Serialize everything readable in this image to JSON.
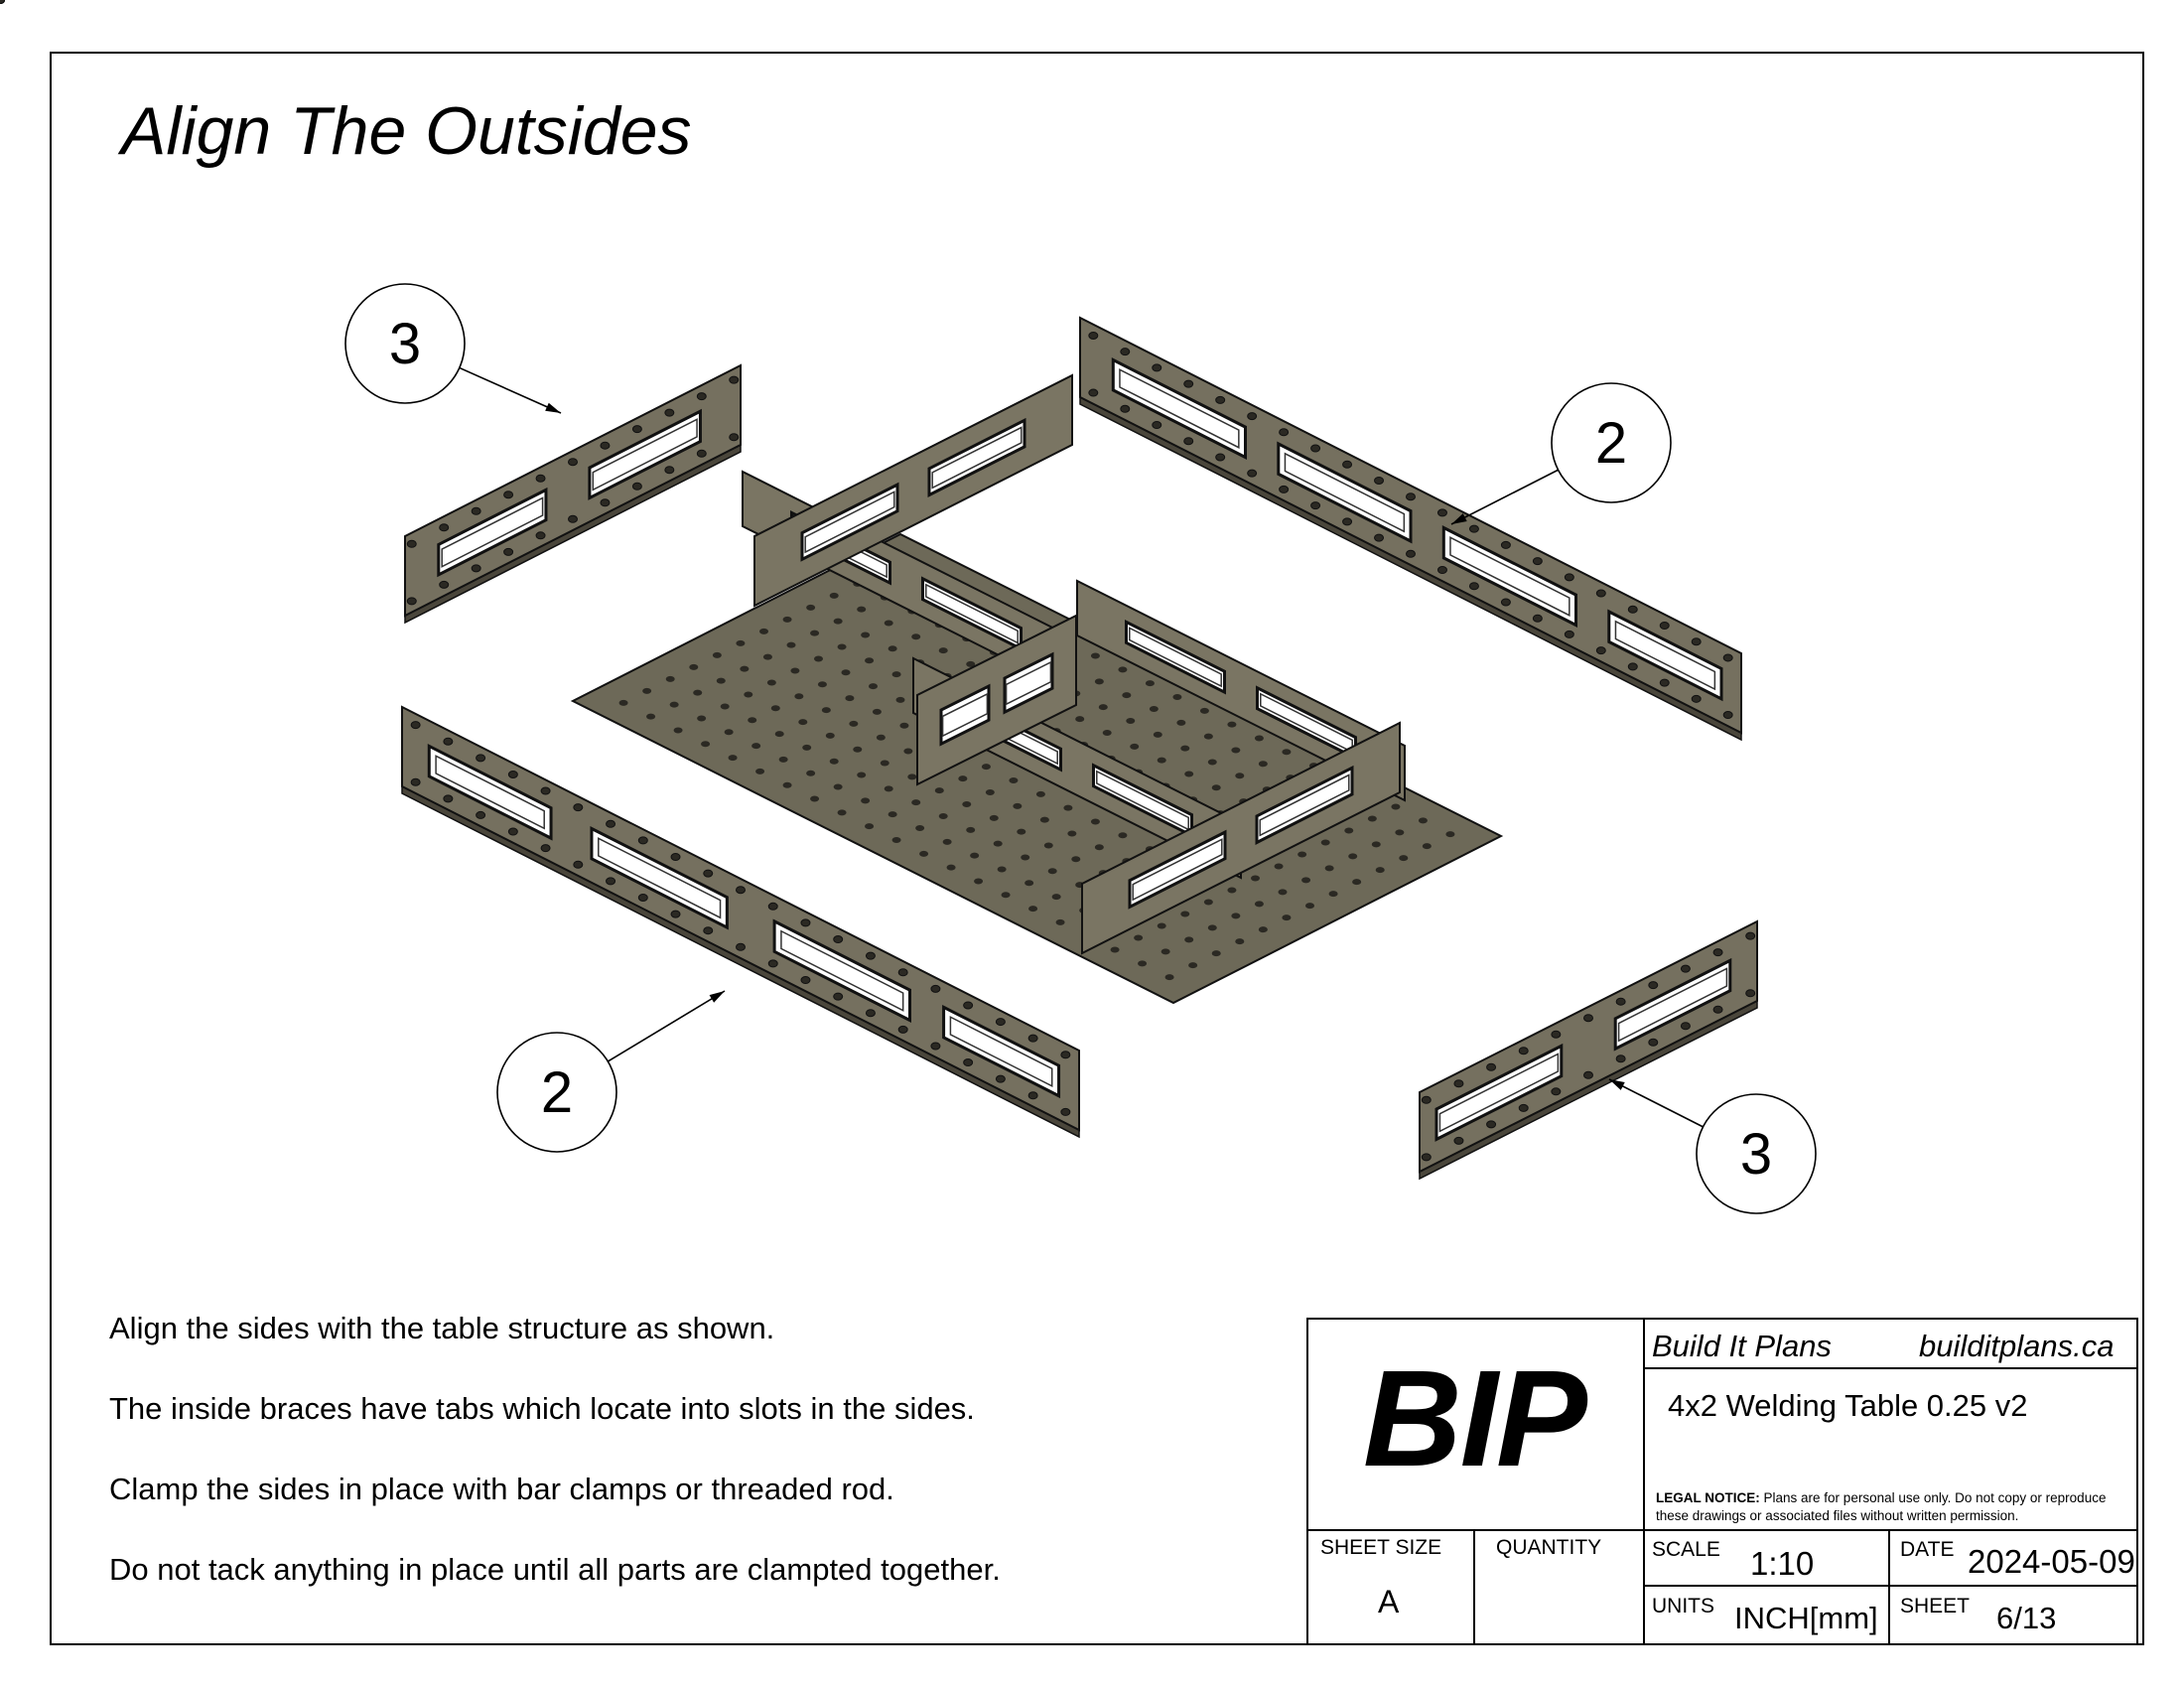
{
  "sheet": {
    "title": "Align The Outsides"
  },
  "balloons": {
    "side_long_upper": "2",
    "side_long_lower": "2",
    "side_short_upper": "3",
    "side_short_lower": "3"
  },
  "notes": [
    "Align the sides with the table structure as shown.",
    "The inside braces have tabs which locate into slots in the sides.",
    "Clamp the sides in place with bar clamps or threaded rod.",
    "Do not tack anything in place until all parts are clampted together."
  ],
  "title_block": {
    "logo": "BIP",
    "company": "Build It Plans",
    "website": "builditplans.ca",
    "project": "4x2 Welding Table 0.25 v2",
    "legal_label": "LEGAL NOTICE:",
    "legal_text": " Plans are for personal use only. Do not copy or reproduce these drawings or associated files without written permission.",
    "sheet_size_label": "SHEET SIZE",
    "sheet_size_value": "A",
    "quantity_label": "QUANTITY",
    "quantity_value": "",
    "scale_label": "SCALE",
    "scale_value": "1:10",
    "date_label": "DATE",
    "date_value": "2024-05-09",
    "units_label": "UNITS",
    "units_value": "INCH[mm]",
    "sheet_label": "SHEET",
    "sheet_value": "6/13"
  },
  "colors": {
    "plate_light": "#75705f",
    "plate_dark": "#4a463b",
    "hole": "#2b2923"
  }
}
